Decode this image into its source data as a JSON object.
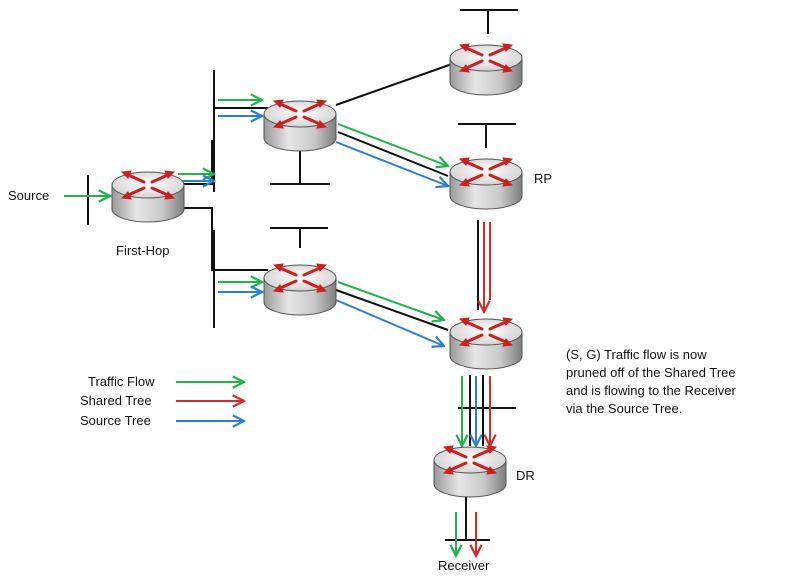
{
  "labels": {
    "source": "Source",
    "first_hop": "First-Hop",
    "rp": "RP",
    "dr": "DR",
    "receiver": "Receiver"
  },
  "legend": {
    "traffic_flow": "Traffic Flow",
    "shared_tree": "Shared Tree",
    "source_tree": "Source Tree"
  },
  "note": {
    "lines": [
      "(S, G) Traffic flow is now",
      "pruned off of the Shared Tree",
      "and is flowing to the Receiver",
      "via the Source Tree."
    ]
  },
  "colors": {
    "traffic_flow": "#22b24c",
    "shared_tree": "#d42a2a",
    "source_tree": "#2a7fd4",
    "link": "#111111",
    "router_arrow": "#cc1f1f"
  },
  "icons": {
    "router": "router-icon"
  }
}
